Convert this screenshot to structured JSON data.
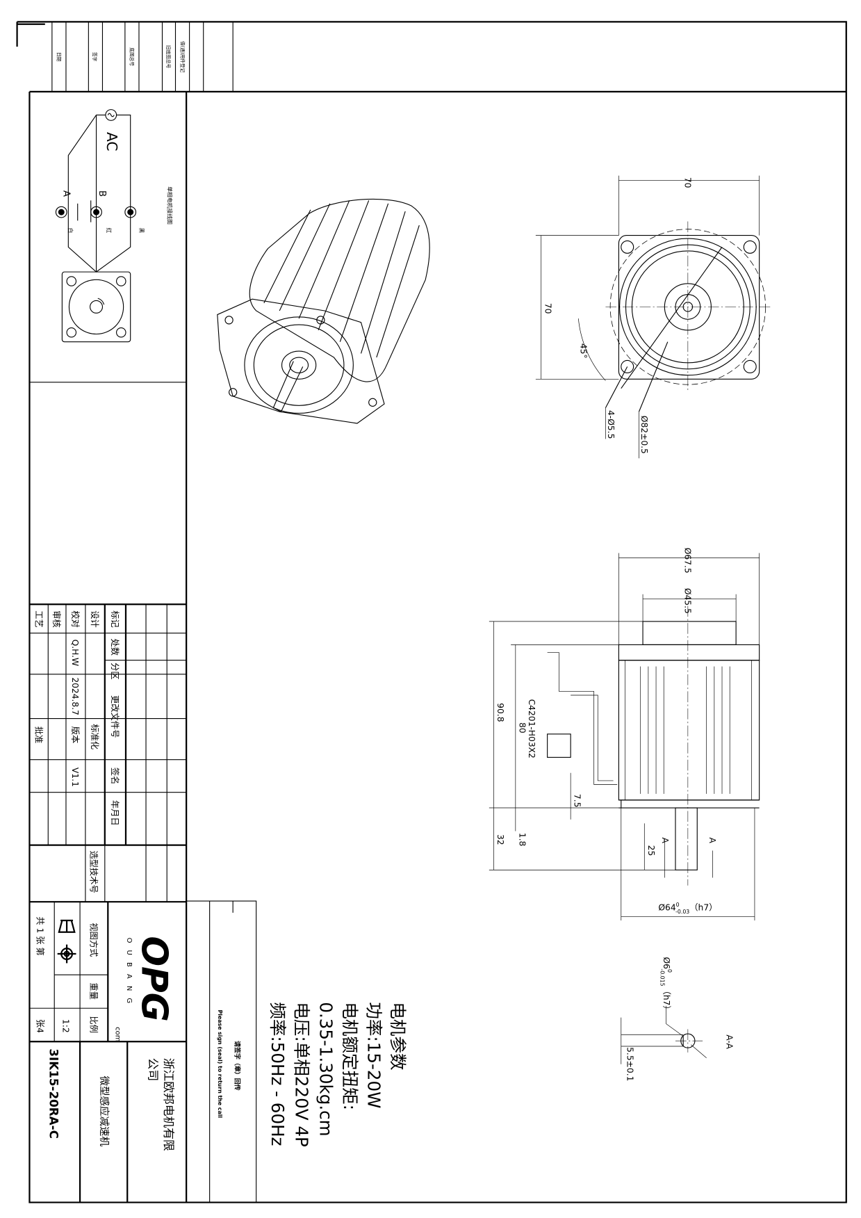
{
  "top_strip": {
    "date": "日期",
    "signature": "签字",
    "base_drawing_no": "底图总号",
    "old_base_drawing_no": "旧底图总号",
    "shared_parts_register": "借(通)用件登记"
  },
  "wiring": {
    "title": "单相电机接线图",
    "ac": "AC",
    "terminal_a": "A",
    "terminal_b": "B",
    "wire_white": "白",
    "wire_red": "红",
    "wire_black": "黑"
  },
  "front_view": {
    "width_dim": "70",
    "height_dim": "70",
    "angle": "45°",
    "holes": "4-Ø5.5",
    "pcd": "Ø82±0.5"
  },
  "side_view": {
    "d1": "Ø67.5",
    "d2": "Ø45.5",
    "total_length": "90.8",
    "body_length": "80",
    "connector": "C4201-H03X2",
    "dim_7_5": "7.5",
    "dim_1_8": "1.8",
    "dim_32": "32",
    "dim_25": "25",
    "section_mark": "A",
    "pilot_d": "Ø64",
    "pilot_tol_upper": "0",
    "pilot_tol_lower": "-0.03",
    "pilot_fit": "（h7）"
  },
  "section": {
    "label": "A-A",
    "shaft_d": "Ø6",
    "shaft_tol_upper": "0",
    "shaft_tol_lower": "-0.015",
    "shaft_fit": "（h7）",
    "flat": "5.5±0.1"
  },
  "params": {
    "title": "电机参数",
    "power": "功率:15-20W",
    "torque_label": "电机额定扭矩:",
    "torque": "0.35-1.30kg.cm",
    "voltage": "电压:单相220V 4P",
    "frequency": "频率:50Hz - 60Hz"
  },
  "sign_box": {
    "cn": "请签字（章）回传",
    "en": "Please sign (seal) to return the call"
  },
  "title_block": {
    "mark": "标记",
    "count": "处数",
    "zone": "分区",
    "change_doc": "更改文件号",
    "sign": "签名",
    "date": "年月日",
    "design": "设计",
    "check": "校对",
    "review": "审核",
    "process": "工艺",
    "standard": "标准化",
    "version_label": "版本",
    "approve": "批准",
    "designer": "Q.H.W",
    "design_date": "2024.8.7",
    "version": "V1.1",
    "selection_no": "选型技术号",
    "view_method": "视图方式",
    "weight": "重量",
    "scale_label": "比例",
    "scale": "1:2",
    "sheets": "共 1 张 第",
    "sheet_no": "张4",
    "logo": "OPG",
    "logo_sub": "OUBANG",
    "logo_com": "com",
    "company_line1": "浙江欧邦电机有限",
    "company_line2": "公司",
    "description": "微型感应减速机",
    "model": "3IK15-20RA-C"
  }
}
